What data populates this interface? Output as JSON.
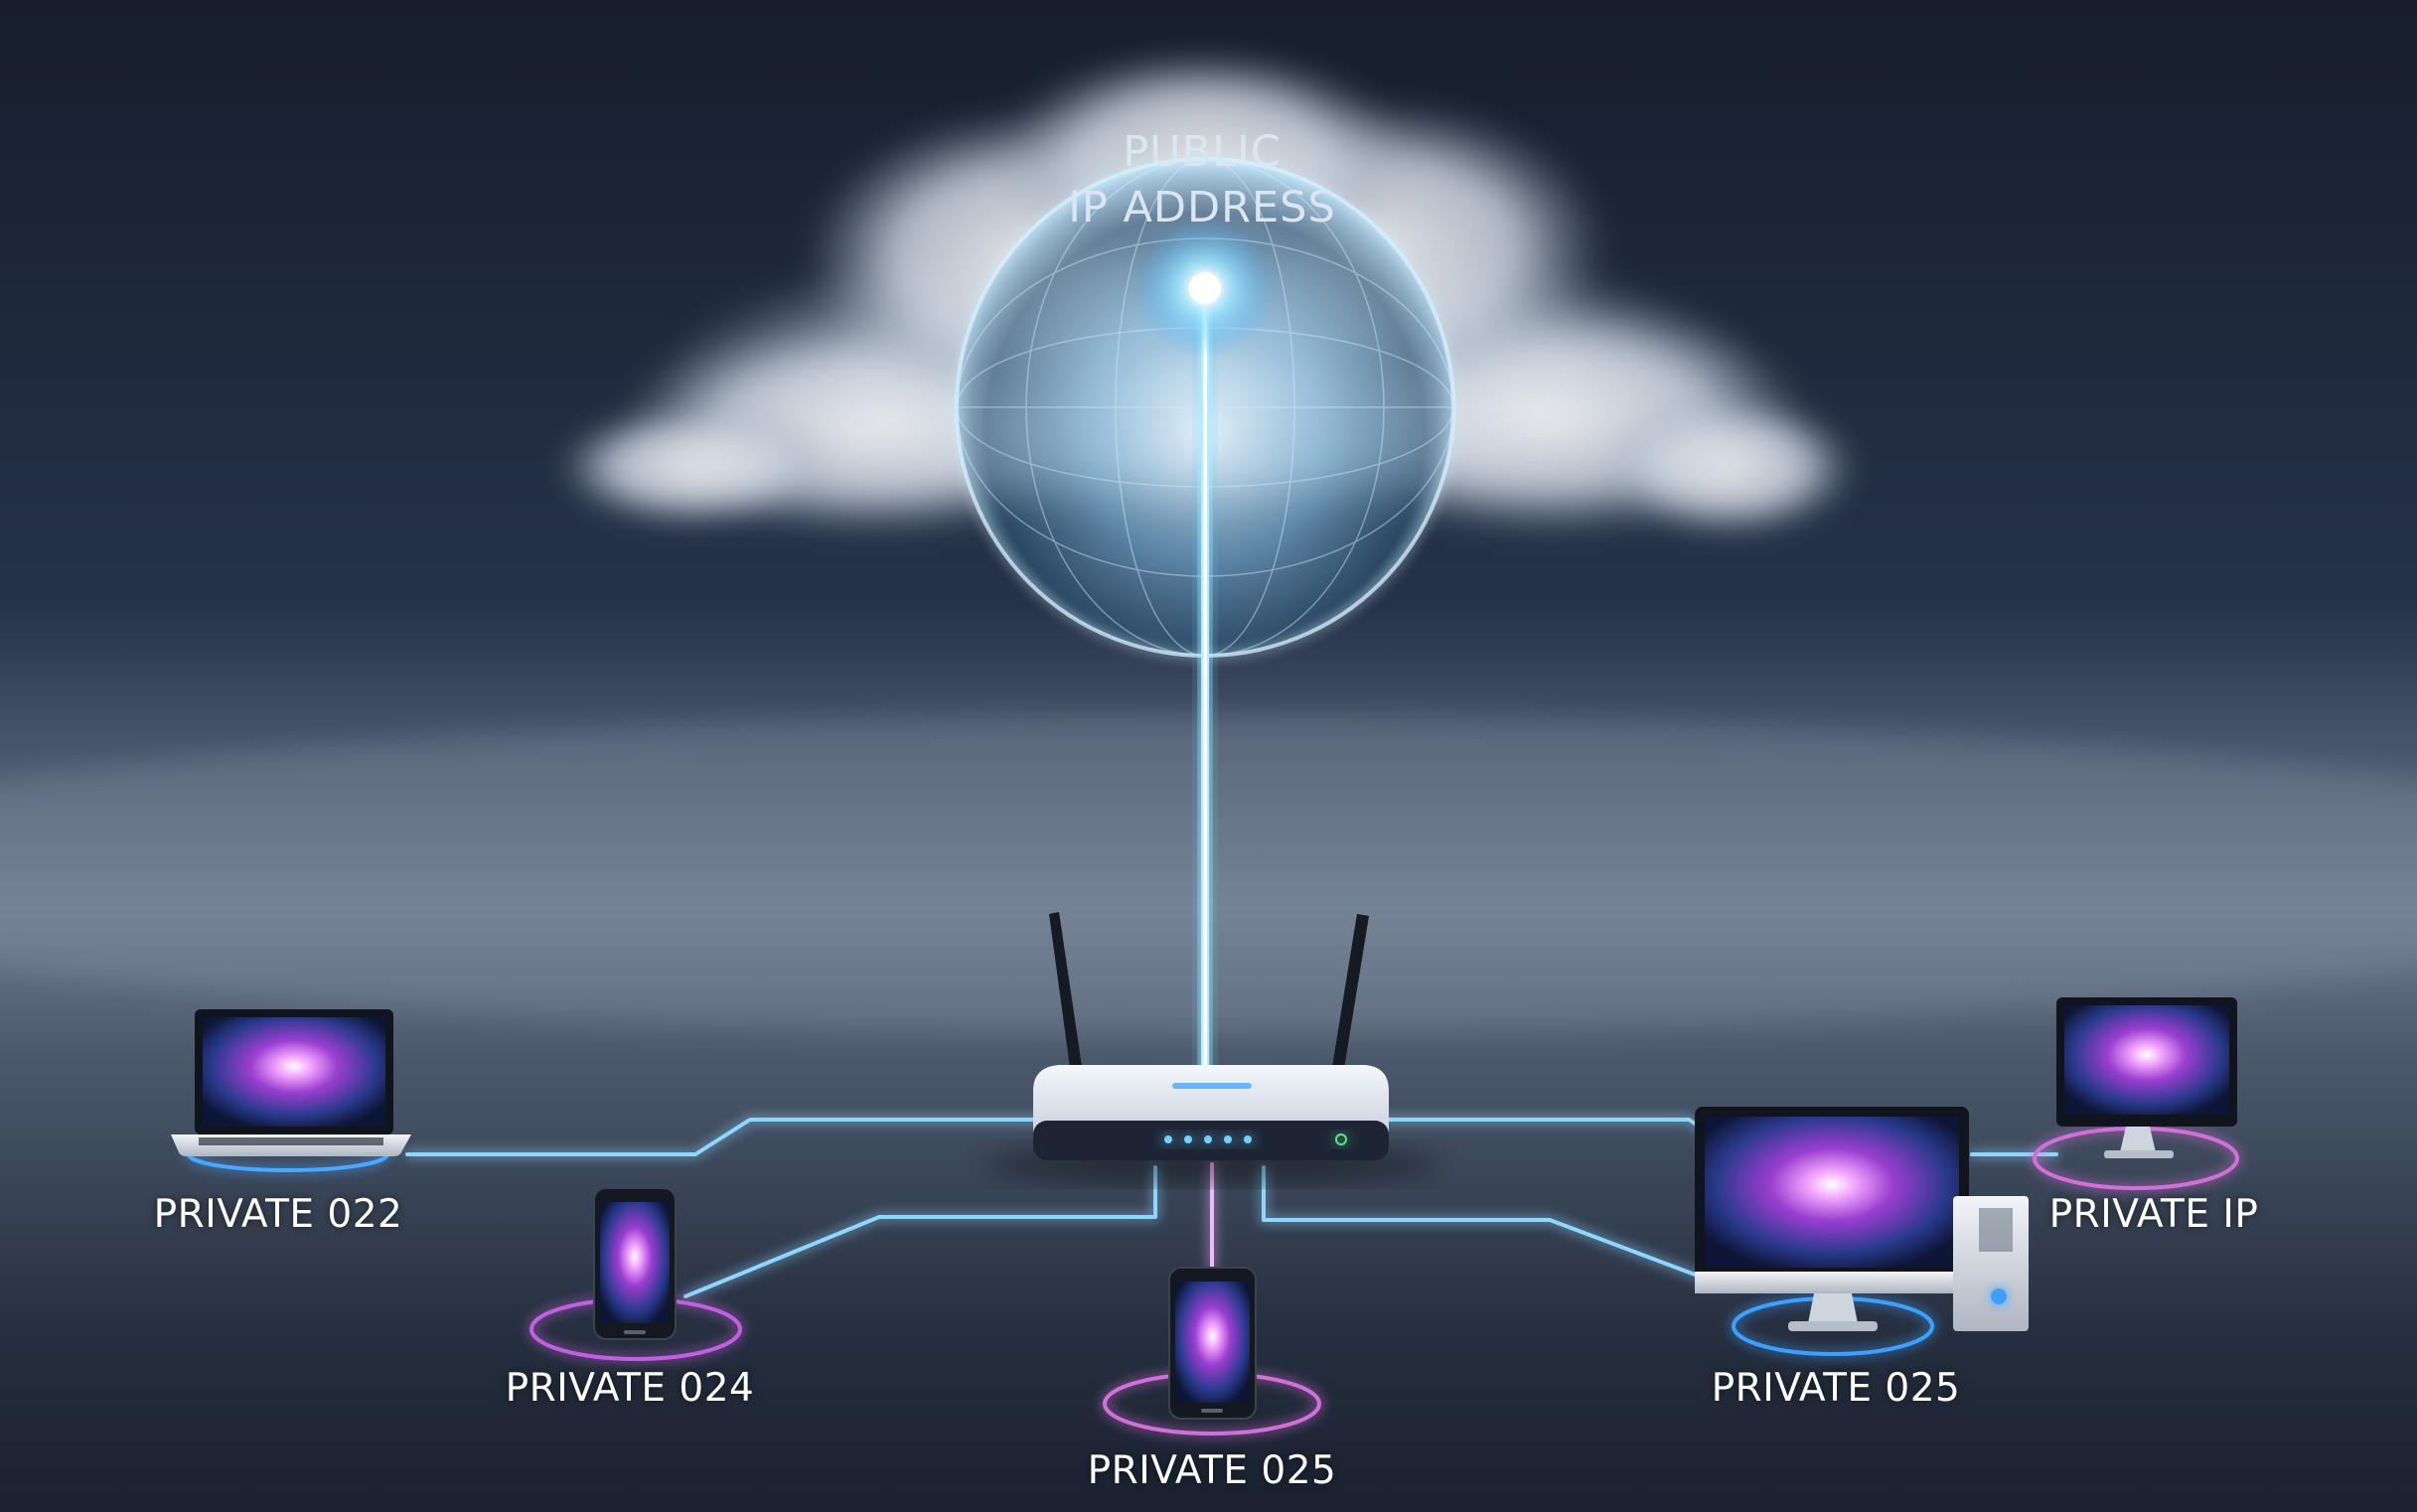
{
  "cloud": {
    "line1": "PUBLIC",
    "line2": "IP ADDRESS"
  },
  "router": {
    "icon": "router-icon",
    "led_count": 5
  },
  "devices": [
    {
      "id": "laptop",
      "icon": "laptop-icon",
      "label": "PRIVATE 022",
      "ring_color": "#4aa8ff"
    },
    {
      "id": "phone-left",
      "icon": "smartphone-icon",
      "label": "PRIVATE 024",
      "ring_color": "#c060e0"
    },
    {
      "id": "phone-center",
      "icon": "smartphone-icon",
      "label": "PRIVATE  025",
      "ring_color": "#d070d8"
    },
    {
      "id": "desktop",
      "icon": "desktop-computer-icon",
      "label": "PRIVATE 025",
      "ring_color": "#3ea0ff"
    },
    {
      "id": "monitor-right",
      "icon": "monitor-icon",
      "label": "PRIVATE IP",
      "ring_color": "#d070d8"
    }
  ],
  "colors": {
    "beam": "#7fd8ff",
    "link": "#8fd6ff",
    "screen_glow": "#e070ff",
    "background": "#1c2434"
  }
}
